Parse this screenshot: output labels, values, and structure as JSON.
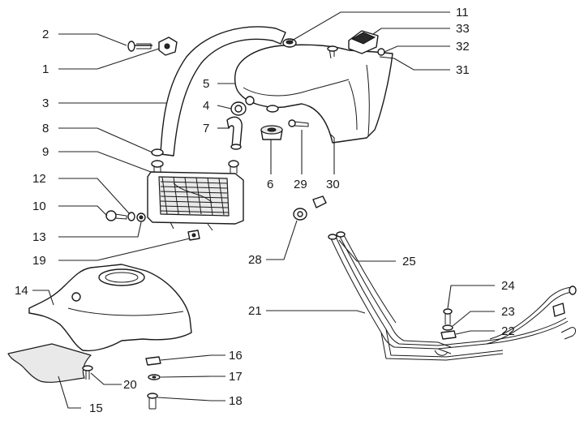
{
  "diagram": {
    "labels": [
      "1",
      "2",
      "3",
      "4",
      "5",
      "6",
      "7",
      "8",
      "9",
      "10",
      "11",
      "12",
      "13",
      "14",
      "15",
      "16",
      "17",
      "18",
      "19",
      "20",
      "21",
      "22",
      "23",
      "24",
      "25",
      "28",
      "29",
      "30",
      "31",
      "32",
      "33"
    ]
  }
}
